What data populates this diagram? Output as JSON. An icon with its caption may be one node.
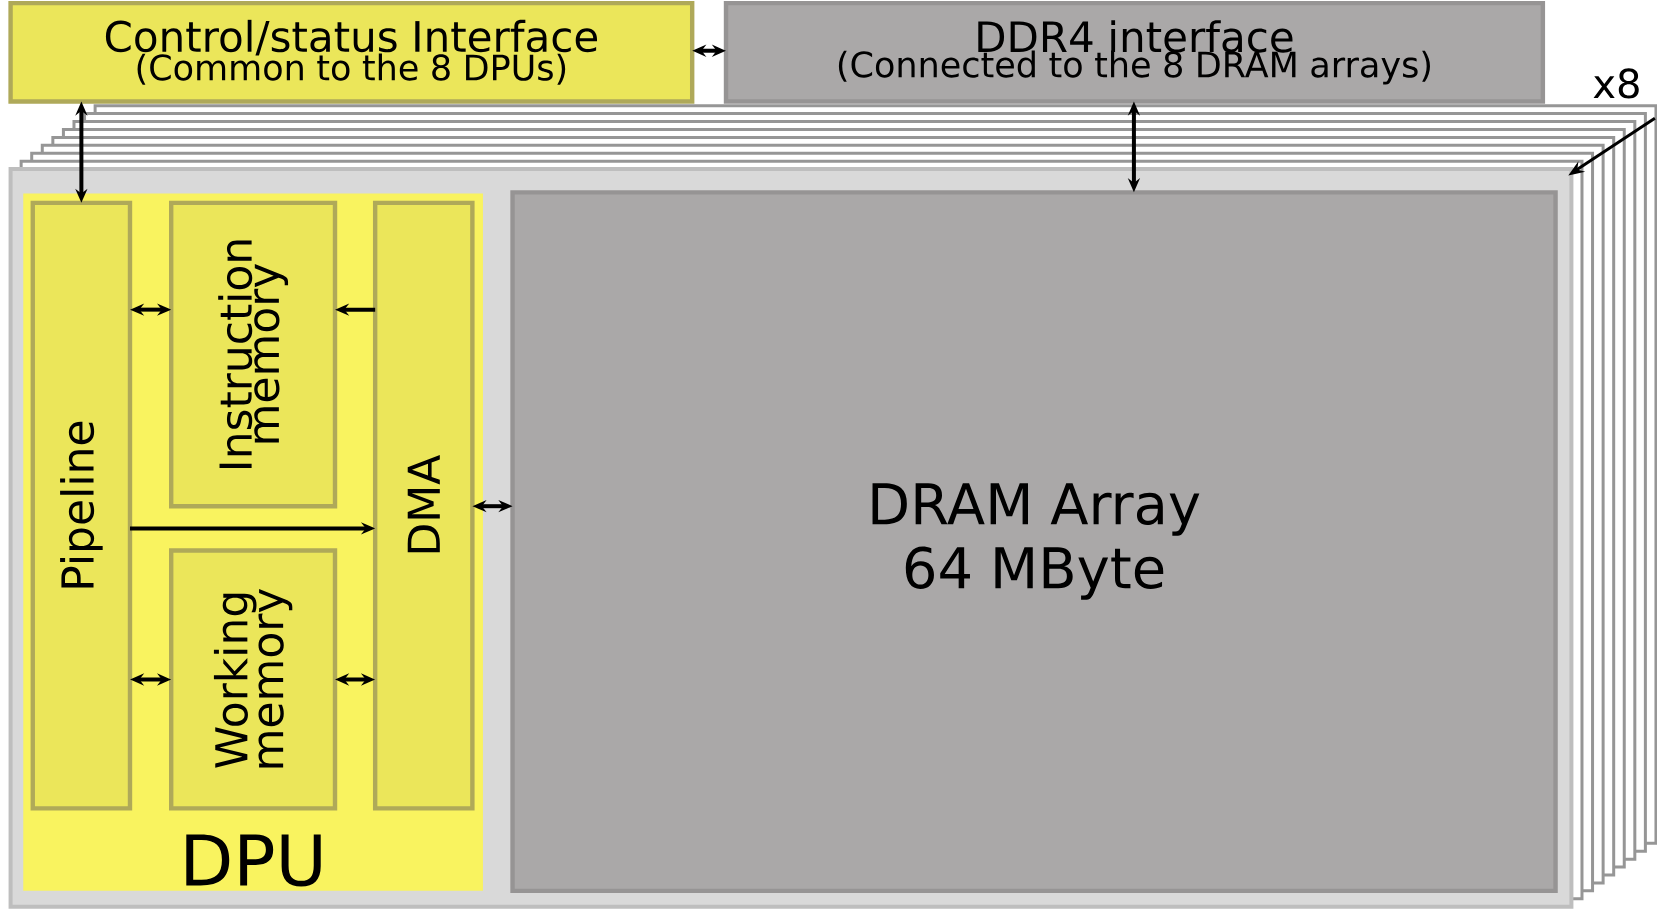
{
  "diagram": {
    "nodes": [
      {
        "text": [
          "Control/status Interface",
          "(Common to the 8 DPUs)"
        ]
      },
      {
        "text": [
          "DDR4 interface",
          "(Connected to the 8 DRAM arrays)"
        ]
      },
      {
        "text": [
          "DPU"
        ]
      },
      {
        "text": [
          "Pipeline"
        ],
        "in": 2
      },
      {
        "text": [
          "Instruction memory"
        ],
        "in": 2
      },
      {
        "text": [
          "Working memory"
        ],
        "in": 2
      },
      {
        "text": [
          "DMA"
        ],
        "in": 2
      },
      {
        "text": [
          "DRAM Array 64 MByte"
        ]
      }
    ],
    "edges": [
      {
        "from": 0,
        "to": 1,
        "arrow": "both"
      },
      {
        "from": 0,
        "to": 3,
        "arrow": "both"
      },
      {
        "from": 1,
        "to": 7,
        "arrow": "both"
      },
      {
        "from": 3,
        "to": 4,
        "arrow": "both"
      },
      {
        "from": 6,
        "to": 4,
        "arrow": "to"
      },
      {
        "from": 3,
        "to": 6,
        "arrow": "to"
      },
      {
        "from": 3,
        "to": 5,
        "arrow": "both"
      },
      {
        "from": 5,
        "to": 6,
        "arrow": "both"
      },
      {
        "from": 6,
        "to": 7,
        "arrow": "both"
      }
    ],
    "labels": [
      "x8"
    ]
  }
}
